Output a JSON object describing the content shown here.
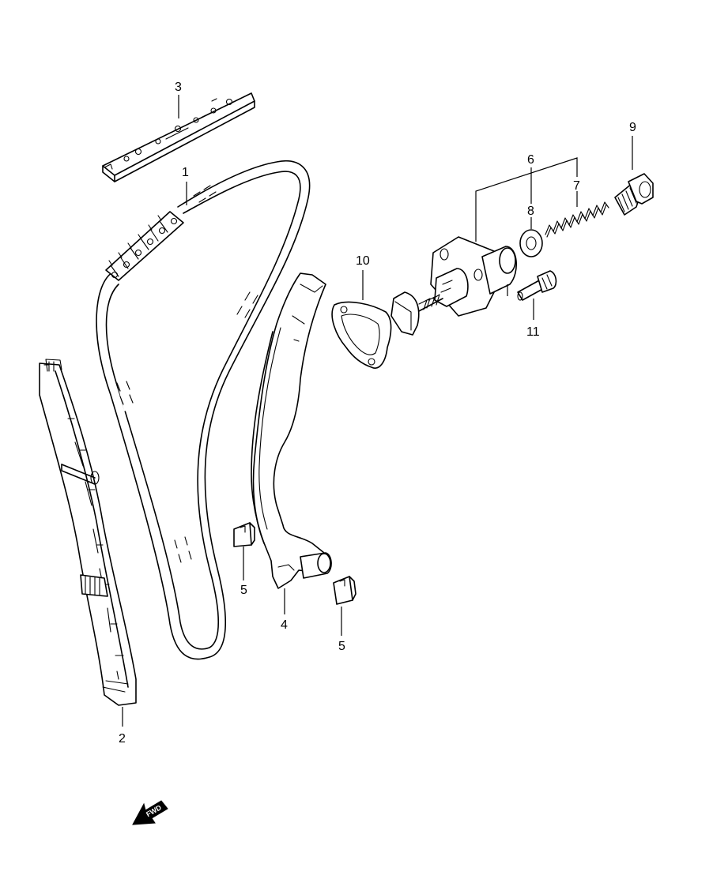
{
  "callouts": {
    "c1": "1",
    "c2": "2",
    "c3": "3",
    "c4": "4",
    "c5a": "5",
    "c5b": "5",
    "c6": "6",
    "c7": "7",
    "c8": "8",
    "c9": "9",
    "c10": "10",
    "c11": "11"
  },
  "direction_badge": {
    "text": "FWD",
    "icon": "fwd-arrow-icon"
  },
  "colors": {
    "line": "#000000",
    "background": "#ffffff"
  }
}
